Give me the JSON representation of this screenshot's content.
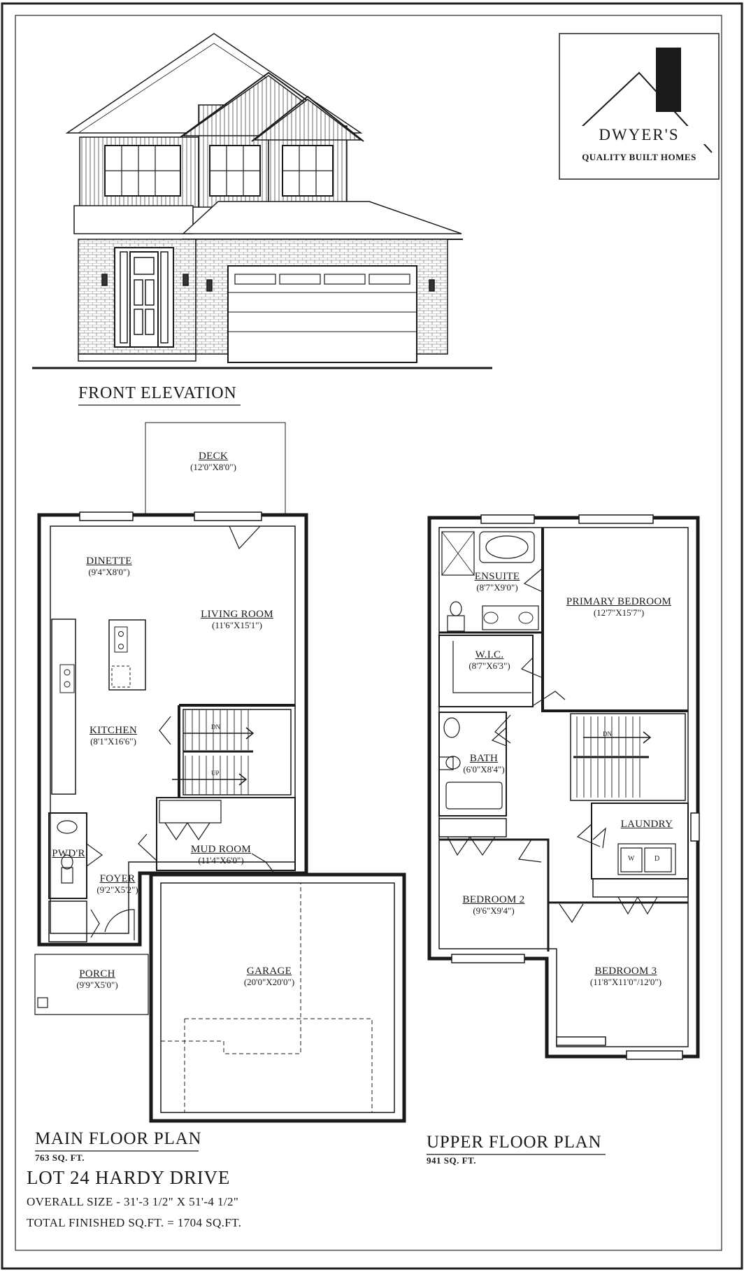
{
  "logo": {
    "brand": "DWYER'S",
    "tagline": "QUALITY BUILT HOMES"
  },
  "elevation": {
    "title": "FRONT ELEVATION"
  },
  "main_floor": {
    "title": "MAIN FLOOR PLAN",
    "area": "763 SQ. FT.",
    "rooms": [
      {
        "name": "DECK",
        "dims": "(12'0\"X8'0\")"
      },
      {
        "name": "DINETTE",
        "dims": "(9'4\"X8'0\")"
      },
      {
        "name": "LIVING ROOM",
        "dims": "(11'6\"X15'1\")"
      },
      {
        "name": "KITCHEN",
        "dims": "(8'1\"X16'6\")"
      },
      {
        "name": "MUD ROOM",
        "dims": "(11'4\"X6'0\")"
      },
      {
        "name": "PWD'R",
        "dims": ""
      },
      {
        "name": "FOYER",
        "dims": "(9'2\"X5'2\")"
      },
      {
        "name": "PORCH",
        "dims": "(9'9\"X5'0\")"
      },
      {
        "name": "GARAGE",
        "dims": "(20'0\"X20'0\")"
      }
    ],
    "stair_labels": {
      "down": "DN",
      "up": "UP"
    }
  },
  "upper_floor": {
    "title": "UPPER FLOOR PLAN",
    "area": "941 SQ. FT.",
    "rooms": [
      {
        "name": "ENSUITE",
        "dims": "(8'7\"X9'0\")"
      },
      {
        "name": "PRIMARY BEDROOM",
        "dims": "(12'7\"X15'7\")"
      },
      {
        "name": "W.I.C.",
        "dims": "(8'7\"X6'3\")"
      },
      {
        "name": "BATH",
        "dims": "(6'0\"X8'4\")"
      },
      {
        "name": "LAUNDRY",
        "dims": ""
      },
      {
        "name": "BEDROOM 2",
        "dims": "(9'6\"X9'4\")"
      },
      {
        "name": "BEDROOM 3",
        "dims": "(11'8\"X11'0\"/12'0\")"
      }
    ],
    "stair_labels": {
      "down": "DN"
    },
    "appliance_labels": {
      "washer": "W",
      "dryer": "D"
    }
  },
  "lot": {
    "title": "LOT 24 HARDY DRIVE",
    "overall_size": "OVERALL SIZE - 31'-3 1/2\" X 51'-4 1/2\"",
    "total_finished": "TOTAL FINISHED SQ.FT. = 1704 SQ.FT."
  }
}
